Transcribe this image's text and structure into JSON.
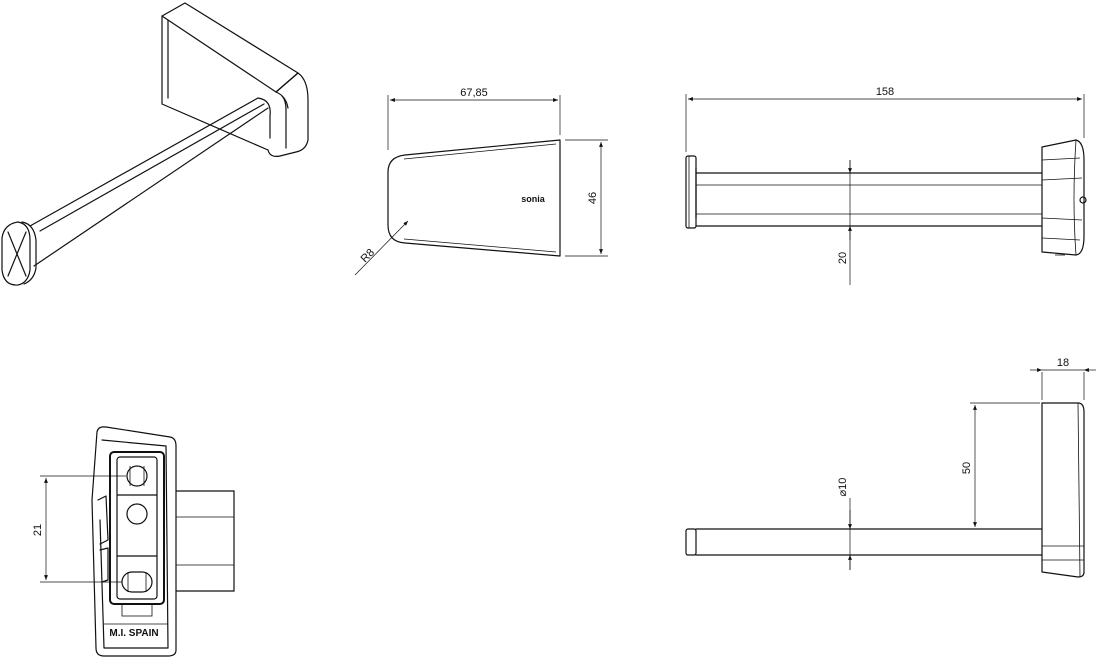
{
  "dimensions": {
    "width_top": "67,85",
    "radius": "R8",
    "height_side": "46",
    "total_length": "158",
    "bar_offset": "20",
    "base_depth": "18",
    "bar_height": "50",
    "bar_diameter": "⌀10",
    "screw_spacing": "21"
  },
  "markings": {
    "brand": "sonia",
    "origin": "M.I. SPAIN"
  }
}
